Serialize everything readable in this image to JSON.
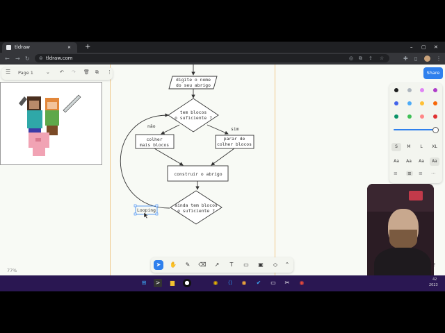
{
  "browser": {
    "tab_title": "tldraw",
    "tab_close": "✕",
    "new_tab": "+",
    "url": "tldraw.com",
    "window_controls": [
      "–",
      "▢",
      "✕"
    ]
  },
  "app": {
    "page_menu_label": "Page 1",
    "zoom_label": "77%",
    "share_label": "Share"
  },
  "flowchart": {
    "top_box": "digite o nome\ndo seu abrigo",
    "decision1": "tem blocos\no suficiente ?",
    "left_branch_label": "não",
    "right_branch_label": "sim",
    "left_box": "colher\nmais blocos",
    "right_box": "parar de\ncolher blocos",
    "build_box": "construir o abrigo",
    "decision2": "ainda tem blocos\no suficiente ?",
    "loop_label": "Looping"
  },
  "style_panel": {
    "colors": [
      "#1d1d1d",
      "#adb5bd",
      "#e085f4",
      "#ae3ec9",
      "#4263eb",
      "#4dabf7",
      "#ffc034",
      "#f76707",
      "#099268",
      "#40c057",
      "#ff8787",
      "#e03131"
    ],
    "opacity_percent": 100,
    "sizes": [
      "S",
      "M",
      "L",
      "XL"
    ],
    "fonts": [
      "Aa",
      "Aa",
      "Aa",
      "Aa"
    ],
    "selected_size": "S"
  },
  "taskbar": {
    "clock_time": "42",
    "clock_date": "2023"
  },
  "colors": {
    "accent": "#2f80ed",
    "taskbar": "#2a1752",
    "canvas": "#f8faf5"
  }
}
